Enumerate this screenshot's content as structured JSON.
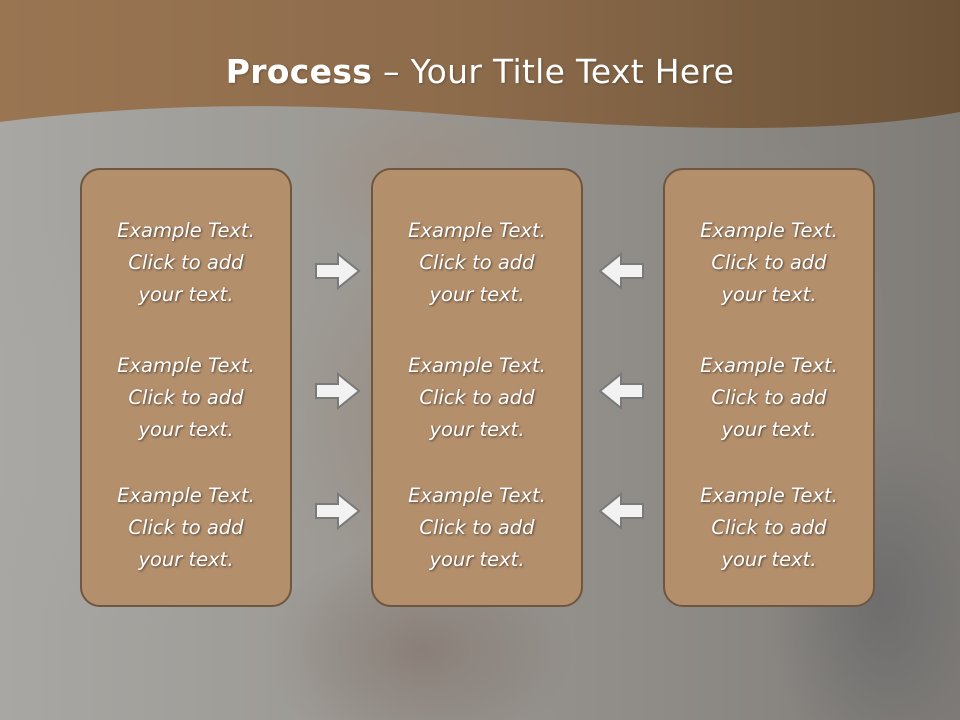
{
  "slide": {
    "title_bold": "Process",
    "title_rest": " – Your Title Text Here"
  },
  "columns": [
    {
      "items": [
        {
          "line1": "Example Text.",
          "line2": "Click  to add",
          "line3": "your text."
        },
        {
          "line1": "Example Text.",
          "line2": "Click  to add",
          "line3": "your text."
        },
        {
          "line1": "Example Text.",
          "line2": "Click  to add",
          "line3": "your text."
        }
      ]
    },
    {
      "items": [
        {
          "line1": "Example Text.",
          "line2": "Click  to add",
          "line3": "your text."
        },
        {
          "line1": "Example Text.",
          "line2": "Click  to add",
          "line3": "your text."
        },
        {
          "line1": "Example Text.",
          "line2": "Click  to add",
          "line3": "your text."
        }
      ]
    },
    {
      "items": [
        {
          "line1": "Example Text.",
          "line2": "Click  to add",
          "line3": "your text."
        },
        {
          "line1": "Example Text.",
          "line2": "Click  to add",
          "line3": "your text."
        },
        {
          "line1": "Example Text.",
          "line2": "Click  to add",
          "line3": "your text."
        }
      ]
    }
  ],
  "colors": {
    "header": "#8a6a4a",
    "box_fill": "#b48f6c",
    "box_border": "#6e5640",
    "arrow_fill": "#f2f2f2",
    "arrow_stroke": "#7a7a7a"
  },
  "icons": {
    "left_arrows": [
      "arrow-right-icon",
      "arrow-right-icon",
      "arrow-right-icon"
    ],
    "right_arrows": [
      "arrow-left-icon",
      "arrow-left-icon",
      "arrow-left-icon"
    ]
  }
}
